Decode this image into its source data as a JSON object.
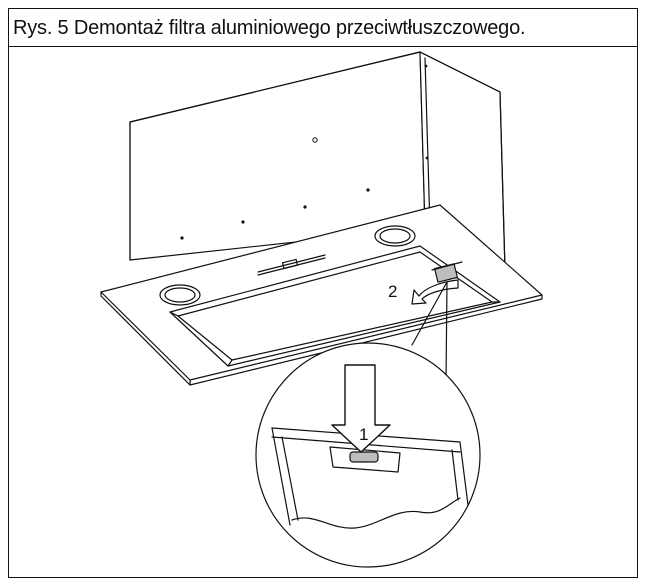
{
  "figure": {
    "caption": "Rys. 5 Demontaż filtra aluminiowego przeciwtłuszczowego."
  },
  "callouts": {
    "step_1": "1",
    "step_2": "2"
  },
  "colors": {
    "line": "#111111",
    "background": "#ffffff",
    "shade": "#bdbdbd"
  }
}
